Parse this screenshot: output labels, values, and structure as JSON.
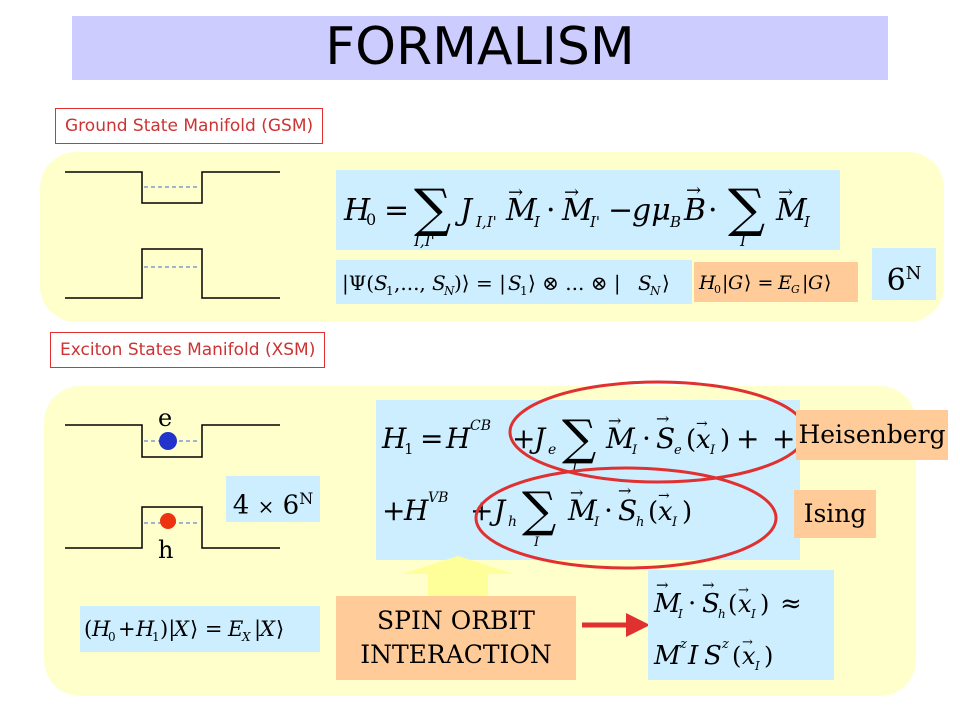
{
  "title": "FORMALISM",
  "gsm": {
    "label": "Ground State Manifold (GSM)",
    "hamiltonian": "H0 = Σ_{I,I'} J_{I,I'} M_I · M_I' − g μ_B B · Σ_I M_I",
    "state": "|Ψ(S1,...,SN)⟩ = |S1⟩ ⊗ ... ⊗ |SN⟩",
    "eigen": "H0|G⟩ = E_G|G⟩",
    "degeneracy_base": "6",
    "degeneracy_exp": "N"
  },
  "xsm": {
    "label": "Exciton  States Manifold (XSM)",
    "electron_label": "e",
    "hole_label": "h",
    "degeneracy_prefix": "4",
    "degeneracy_symbol": "×",
    "degeneracy_base": "6",
    "degeneracy_exp": "N",
    "hamiltonian_line1": "H1 = H^CB + J_e Σ_I M_I · S_e(x_I) +",
    "hamiltonian_line2": "+ H^VB + J_h Σ_I M_I · S_h(x_I)",
    "eigen": "(H0 + H1)|X⟩ = E_X|X⟩",
    "heisenberg_label": "Heisenberg",
    "ising_label": "Ising",
    "spin_orbit_line1": "SPIN ORBIT",
    "spin_orbit_line2": "INTERACTION",
    "approx_line1": "M_I · S_h(x_I) ≈",
    "approx_line2": "M^z_I S^z(x_I)"
  },
  "colors": {
    "title_bg": "#ccccff",
    "panel_bg": "#ffffcc",
    "equation_bg": "#cceeff",
    "label_bg": "#ffcc99",
    "highlight_red": "#e03030",
    "electron_blue": "#2233cc",
    "hole_red": "#ee3311",
    "callout_yellow": "#ffff99"
  }
}
